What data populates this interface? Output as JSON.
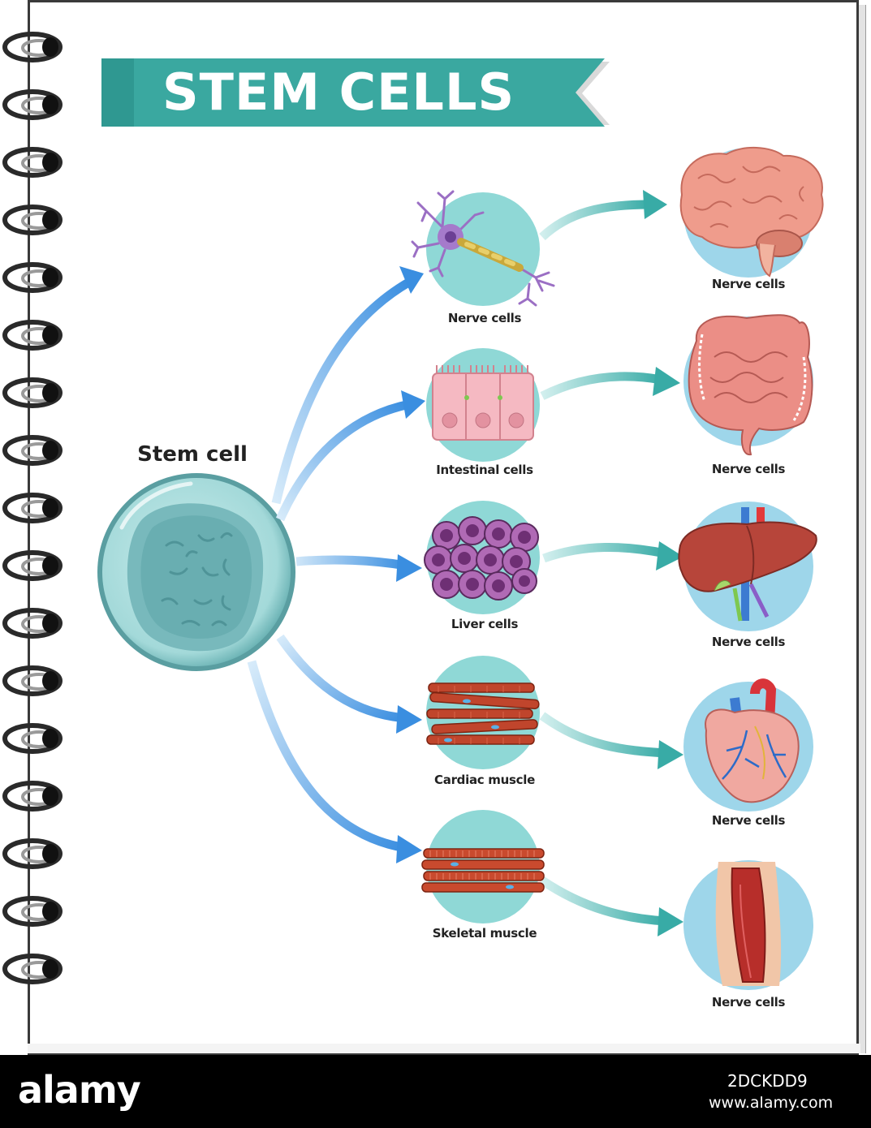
{
  "title": "STEM CELLS",
  "stem_cell_label": "Stem cell",
  "cell_types": [
    {
      "label": "Nerve cells",
      "icon": "neuron-icon"
    },
    {
      "label": "Intestinal cells",
      "icon": "intestinal-cells-icon"
    },
    {
      "label": "Liver cells",
      "icon": "liver-cells-icon"
    },
    {
      "label": "Cardiac muscle",
      "icon": "cardiac-muscle-icon"
    },
    {
      "label": "Skeletal muscle",
      "icon": "skeletal-muscle-icon"
    }
  ],
  "organs": [
    {
      "label": "Nerve cells",
      "icon": "brain-icon"
    },
    {
      "label": "Nerve cells",
      "icon": "intestine-icon"
    },
    {
      "label": "Nerve cells",
      "icon": "liver-icon"
    },
    {
      "label": "Nerve cells",
      "icon": "heart-icon"
    },
    {
      "label": "Nerve cells",
      "icon": "leg-muscle-icon"
    }
  ],
  "footer": {
    "logo": "alamy",
    "image_id": "2DCKDD9",
    "url": "www.alamy.com"
  },
  "colors": {
    "banner": "#3aa8a0",
    "circle_teal": "#8fd8d6",
    "circle_blue": "#9ed6ea",
    "arrow_blue": "#3e8fe0",
    "arrow_teal": "#3ab0aa"
  }
}
